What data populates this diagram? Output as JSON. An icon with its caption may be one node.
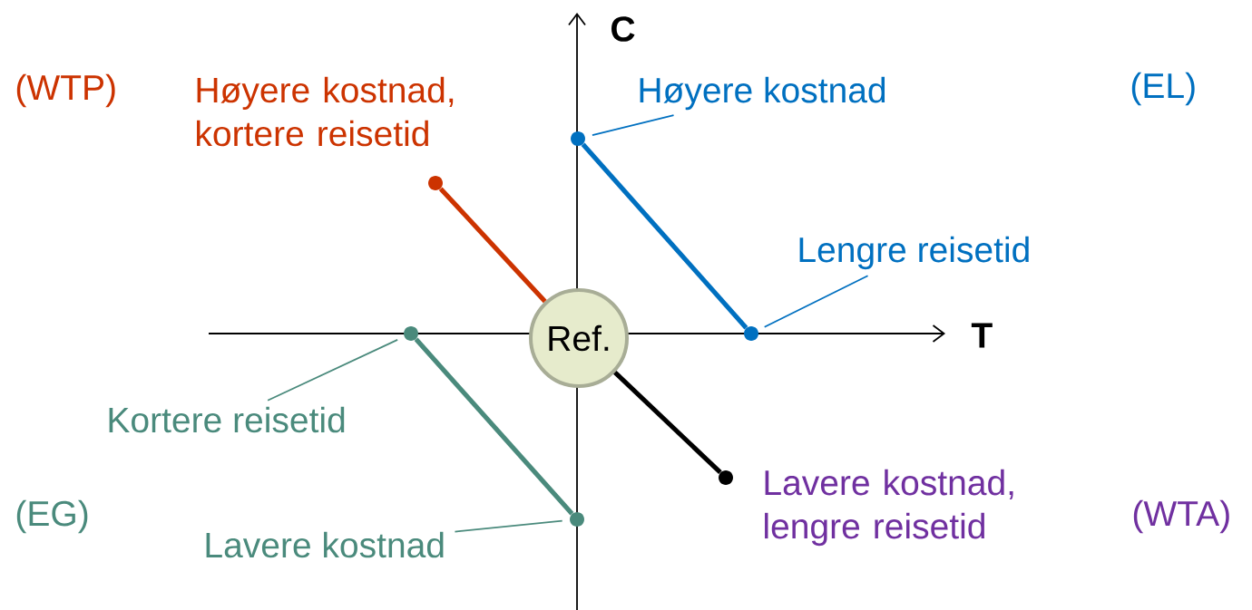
{
  "diagram": {
    "nodes": [
      {
        "text": [
          "Ref."
        ]
      },
      {
        "text": [],
        "shape": "circle"
      },
      {
        "text": [],
        "shape": "circle"
      },
      {
        "text": [],
        "shape": "circle"
      },
      {
        "text": [],
        "shape": "circle"
      },
      {
        "text": [],
        "shape": "circle"
      },
      {
        "text": [],
        "shape": "circle"
      },
      {
        "text": [
          "Høyere kostnad"
        ]
      },
      {
        "text": [
          "Lengre reisetid"
        ]
      },
      {
        "text": [
          "Kortere reisetid"
        ]
      },
      {
        "text": [
          "Lavere kostnad"
        ]
      }
    ],
    "edges": [
      {
        "from": 1,
        "to": 2,
        "arrow": "none",
        "style": "thick",
        "color": "#0070c0"
      },
      {
        "from": 3,
        "to": 0,
        "arrow": "none",
        "style": "thick",
        "color": "#cc3300"
      },
      {
        "from": 4,
        "to": 5,
        "arrow": "none",
        "style": "thick",
        "color": "#4a8a7c"
      },
      {
        "from": 0,
        "to": 6,
        "arrow": "none",
        "style": "thick",
        "color": "#000000"
      },
      {
        "from": 7,
        "to": 1,
        "arrow": "none",
        "color": "#0070c0"
      },
      {
        "from": 8,
        "to": 2,
        "arrow": "none",
        "color": "#0070c0"
      },
      {
        "from": 9,
        "to": 4,
        "arrow": "none",
        "color": "#4a8a7c"
      },
      {
        "from": 10,
        "to": 5,
        "arrow": "none",
        "color": "#4a8a7c"
      }
    ],
    "labels": [
      "C",
      "(WTP)",
      "Høyere kostnad, kortere reisetid",
      "(EL)",
      "T",
      "(EG)",
      "Lavere kostnad, lengre reisetid",
      "(WTA)"
    ]
  }
}
